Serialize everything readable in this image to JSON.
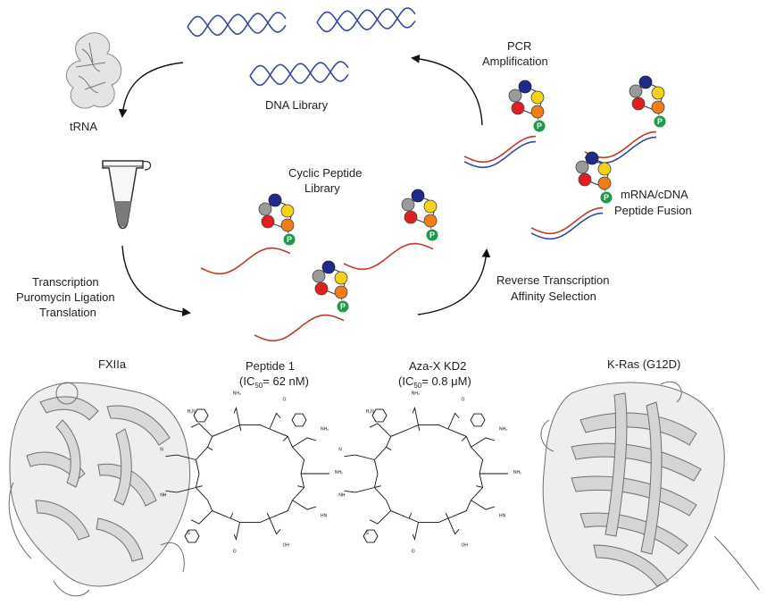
{
  "labels": {
    "dna_library": "DNA Library",
    "trna": "tRNA",
    "pcr": "PCR",
    "amplification": "Amplification",
    "cyclic_peptide": "Cyclic Peptide",
    "library": "Library",
    "mrna_cdna": "mRNA/cDNA",
    "peptide_fusion": "Peptide Fusion",
    "transcription": "Transcription",
    "puromycin_ligation": "Puromycin Ligation",
    "translation": "Translation",
    "reverse_transcription": "Reverse Transcription",
    "affinity_selection": "Affinity Selection"
  },
  "targets": {
    "fxiia": "FXIIa",
    "peptide1_name": "Peptide 1",
    "peptide1_ic_pre": "(IC",
    "peptide1_ic_sub": "50",
    "peptide1_ic_post": "= 62 nM)",
    "azax_name": "Aza-X KD2",
    "azax_ic_pre": "(IC",
    "azax_ic_sub": "50",
    "azax_ic_post": "= 0.8 μM)",
    "kras": "K-Ras (G12D)"
  },
  "puromycin_badge": "P",
  "chem_labels": {
    "nh2": "NH₂",
    "hn": "HN",
    "nh": "NH",
    "oh": "OH",
    "o": "O",
    "s": "S",
    "n": "N",
    "h2n": "H₂N"
  },
  "colors": {
    "dna_blue": "#3a4a9a",
    "rna_red": "#c0392b",
    "bead_navy": "#1f2a8a",
    "bead_gray": "#9a9a9a",
    "bead_yellow": "#f2d21a",
    "bead_red": "#e02020",
    "bead_orange": "#ef7d1a",
    "bead_green": "#1e9a4a"
  }
}
